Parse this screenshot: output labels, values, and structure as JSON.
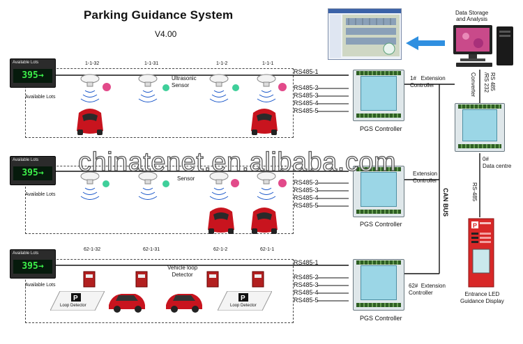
{
  "title": "Parking Guidance System",
  "version": "V4.00",
  "sign_label": "Available Lots",
  "sign_value": "395",
  "available_lots_label": "Available Lots",
  "row1": {
    "sensor_ids": [
      "1-1-32",
      "1-1-31",
      "1-1-2",
      "1-1-1"
    ],
    "sensor_label": "Ultrasonic\nSensor",
    "bus": [
      "RS485-1",
      "RS485-2",
      "RS485-3",
      "RS485-4",
      "RS485-5"
    ],
    "controller_name": "PGS Controller",
    "ext_label": "1#   Extension\nController"
  },
  "row2": {
    "sensor_label": "Sensor",
    "bus": [
      "RS485-2",
      "RS485-3",
      "RS485-4",
      "RS485-5"
    ],
    "controller_name": "PGS Controller",
    "ext_label": "Extension\nController"
  },
  "row3": {
    "sensor_ids": [
      "62-1-32",
      "62-1-31",
      "62-1-2",
      "62-1-1"
    ],
    "detector_label": "Vehicle loop\nDetector",
    "loop_label": "Loop Detector",
    "bus": [
      "RS485-1",
      "RS485-2",
      "RS485-3",
      "RS485-4",
      "RS485-5"
    ],
    "controller_name": "PGS Controller",
    "ext_label": "62#  Extension\nController"
  },
  "right": {
    "data_storage": "Data Storage\nand Analysis",
    "rs_485_232": "RS 485\n/RS 232",
    "converter": "Converter",
    "data_centre": "0#\nData centre",
    "rs485_vertical": "RS-485",
    "can_bus": "CAN BUS",
    "entrance_display": "Entrance LED\nGuidance Display"
  },
  "watermark": "chinatenet.en.alibaba.com",
  "colors": {
    "sign_digits": "#3df04a",
    "controller_panel": "#9bd6e6",
    "car_red": "#c8141e",
    "arrow_blue": "#2f8fe0",
    "entrance_red": "#d82828"
  }
}
